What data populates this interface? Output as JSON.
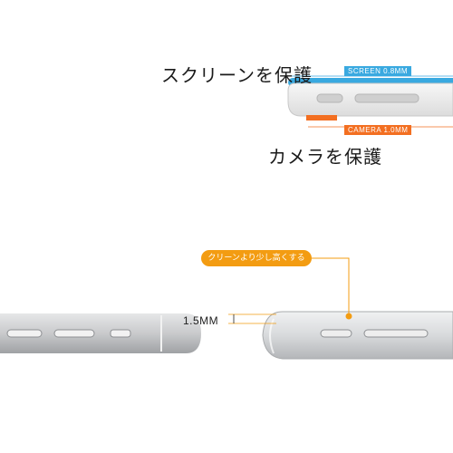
{
  "top": {
    "screen_protect": "スクリーンを保護",
    "camera_protect": "カメラを保護",
    "screen_tag": "SCREEN 0.8MM",
    "camera_tag": "CAMERA 1.0MM"
  },
  "bottom": {
    "callout": "クリーンより少し高くする",
    "measurement": "1.5MM"
  },
  "colors": {
    "screen_accent": "#39a9e0",
    "camera_accent": "#f36f21",
    "callout_accent": "#f39c12"
  }
}
